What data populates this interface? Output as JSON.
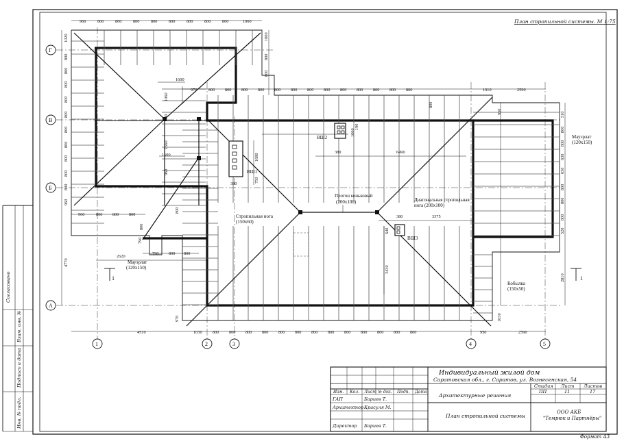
{
  "sheet_title": "План стропильной системы.  М 1:75",
  "format": "Формат А3",
  "side_stamp": [
    "Согласовано",
    "Взам. инв. №",
    "Подпись и дата",
    "Инв. № подл."
  ],
  "axes": {
    "rows": [
      "Г",
      "В",
      "Б",
      "А"
    ],
    "cols": [
      "1",
      "2",
      "3",
      "4",
      "5"
    ]
  },
  "dims": {
    "top_left": [
      "960",
      "800",
      "800",
      "800",
      "800",
      "800",
      "800",
      "800",
      "800",
      "1060"
    ],
    "top_right": [
      "970",
      "800",
      "800",
      "800",
      "800",
      "800",
      "800",
      "800",
      "800",
      "800",
      "800",
      "800",
      "800",
      "800",
      "1010",
      "2590"
    ],
    "bottom": [
      "4510",
      "1030",
      "800",
      "800",
      "800",
      "800",
      "800",
      "800",
      "800",
      "800",
      "800",
      "800",
      "800",
      "800",
      "800",
      "950",
      "2590"
    ],
    "left_column": [
      "1020",
      "800",
      "800",
      "800",
      "800",
      "800",
      "800",
      "800",
      "800",
      "800",
      "800",
      "960"
    ],
    "left_lower": "4770",
    "right_column": [
      "510",
      "800",
      "800",
      "630",
      "630",
      "800",
      "800",
      "800",
      "520"
    ],
    "right_lower": "2810",
    "far_right_top": [
      "1000",
      "800",
      "800"
    ],
    "misc": {
      "d1600a": "1600",
      "d1600b": "1600",
      "d1060": "1060",
      "d540": "540",
      "d1560": "1560",
      "d960b": "960",
      "d380a": "380",
      "d380b": "380",
      "d380c": "380",
      "d1680": "1680",
      "d750": "750",
      "d1060b": "1060",
      "d190": "190",
      "d6490": "6490",
      "d3375": "3375",
      "d3430": "3430",
      "d640": "640",
      "d2620": "2620",
      "d790a": "790",
      "d790b": "790",
      "d800a": "800",
      "d800b": "800",
      "d960c": "960",
      "d800c": "800",
      "d800d": "800",
      "d800e": "800",
      "d800f": "800",
      "d1030r": "1030",
      "d950r": "950",
      "d800g": "800",
      "d800h": "800",
      "d970": "970"
    }
  },
  "labels": {
    "vsh1": "ВШ1",
    "vsh2": "ВШ2",
    "vsh3": "ВШ3",
    "ridge": [
      "Прогон коньковый",
      "(200х100)"
    ],
    "diag": [
      "Диагональная стропильная",
      "нога (200х100)"
    ],
    "rafter": [
      "Стропильная нога",
      "(150х60)"
    ],
    "mauerlat_left": [
      "Мауэрлат",
      "(120х150)"
    ],
    "mauerlat_right": [
      "Мауэрлат",
      "(120х150)"
    ],
    "kobylka": [
      "Кобылка",
      "(150х50)"
    ],
    "section": "1"
  },
  "stamp": {
    "project": "Индивидуальный жилой дом",
    "address": "Саратовская обл., г. Саратов, ул. Вознесенская, 54",
    "headers": [
      "Изм.",
      "Кол.",
      "Лист",
      "№ док.",
      "Подп.",
      "Дата"
    ],
    "roles": [
      {
        "role": "ГАП",
        "name": "Бариев Т."
      },
      {
        "role": "Архитектор",
        "name": "Красуля М."
      },
      {
        "role": "",
        "name": ""
      },
      {
        "role": "Директор",
        "name": "Бариев Т."
      }
    ],
    "section": "Архитектурные решения",
    "stage_headers": [
      "Стадия",
      "Лист",
      "Листов"
    ],
    "stage_values": [
      "ПП",
      "11",
      "17"
    ],
    "drawing": "План стропильной системы",
    "org1": "ООО АКБ",
    "org2": "\"Темрюк и Партнёры\""
  }
}
